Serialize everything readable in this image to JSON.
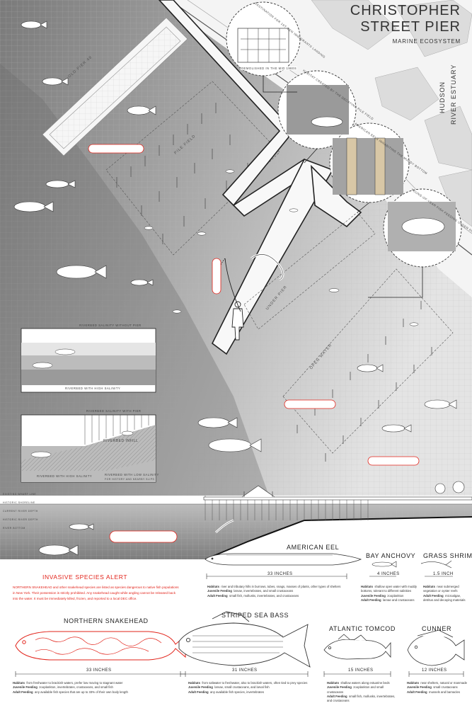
{
  "title": {
    "line1": "CHRISTOPHER",
    "line2": "STREET PIER",
    "subtitle": "MARINE ECOSYSTEM",
    "side_line1": "HUDSON",
    "side_line2": "RIVER ESTUARY"
  },
  "map_labels": {
    "old_pier": "OLD PIER 48",
    "pile_field": "PILE FIELD",
    "under_pier": "UNDER PIER",
    "open_water": "OPEN WATER"
  },
  "callouts": {
    "c1": "DESTINATION FOR 1ST GEN IMMIGRANTS LANDING",
    "c1_sub": "DEMOLISHED IN THE MID 1980S",
    "c2": "HABITAT CREATED BY THE DECAYING PILE FIELD",
    "c3": "AMERICAN EELS INHABITING THE MUDDY BOTTOM",
    "c4": "YOUNG-OF-YEAR FISH FEEDING UNDER PIERS"
  },
  "salinity": {
    "top_caption": "RIVERBED SALINITY WITHOUT PIER",
    "top_bottom": "RIVERBED WITH HIGH SALINITY",
    "bot_caption": "RIVERBED SALINITY WITH PIER",
    "infill": "RIVERBED INFILL",
    "bot_left": "RIVERBED WITH HIGH SALINITY",
    "bot_right": "RIVERBED WITH LOW SALINITY",
    "bot_right_sub": "FOR HISTORY AND NEARBY SLIPS"
  },
  "section": {
    "lbl1": "EXISTING WHARF LINE",
    "lbl2": "HISTORIC SHORELINE",
    "lbl3": "CURRENT RIVER DEPTH",
    "lbl4": "HISTORIC RIVER DEPTH",
    "lbl5": "RIVER BOTTOM"
  },
  "alert": {
    "title": "INVASIVE SPECIES ALERT",
    "body": "NORTHERN SNAKEHEAD and other snakehead species are listed as species dangerous to native fish populations in New York. Their possession is strictly prohibited. Any snakehead caught while angling cannot be released back into the water. It must be immediately killed, frozen, and reported to a local DEC office."
  },
  "species": [
    {
      "name": "AMERICAN EEL",
      "size": "33 INCHES",
      "habitat": "river and tributary hills in burrows, tubes, snags, masses of plants, other types of shelters",
      "juvenile": "larvae, invertebrates, and small crustaceans",
      "adult": "small fish, mollusks, invertebrates, and crustaceans"
    },
    {
      "name": "BAY ANCHOVY",
      "size": "4 INCHES",
      "habitat": "shallow open water with muddy bottoms, tolerant to different salinities",
      "juvenile": "zooplankton",
      "adult": "larvae and crustaceans"
    },
    {
      "name": "GRASS SHRIMP",
      "size": "1.5 INCH",
      "habitat": "near submerged vegetation or oyster reefs",
      "juvenile": "",
      "adult": "microalgae, detritus and decaying materials"
    },
    {
      "name": "NORTHERN SNAKEHEAD",
      "size": "33 INCHES",
      "habitat": "from freshwater to brackish waters, prefer low moving to stagnant water",
      "juvenile": "zooplankton, invertebrates, crustaceans, and small fish",
      "adult": "any available fish species that are up to 33% of their own body length"
    },
    {
      "name": "STRIPED SEA BASS",
      "size": "31 INCHES",
      "habitat": "from saltwater to freshwater, also to brackish waters, often tied to prey species",
      "juvenile": "larvae, small crustaceans, and larval fish",
      "adult": "any available fish species, invertebrates"
    },
    {
      "name": "ATLANTIC TOMCOD",
      "size": "15 INCHES",
      "habitat": "shallow waters along estuarine beds",
      "juvenile": "zooplankton and small crustaceans",
      "adult": "small fish, mollusks, invertebrates, and crustaceans"
    },
    {
      "name": "CUNNER",
      "size": "12 INCHES",
      "habitat": "near shelters, natural or manmade",
      "juvenile": "small crustaceans",
      "adult": "mussels and barnacles"
    }
  ],
  "labels": {
    "habitat": "Habitats",
    "juvenile": "Juvenile Feeding",
    "adult": "Adult Feeding"
  },
  "colors": {
    "accent_red": "#e2231a",
    "water_dark": "#8c8c8c",
    "water_light": "#d6d6d6",
    "ink": "#222222"
  }
}
